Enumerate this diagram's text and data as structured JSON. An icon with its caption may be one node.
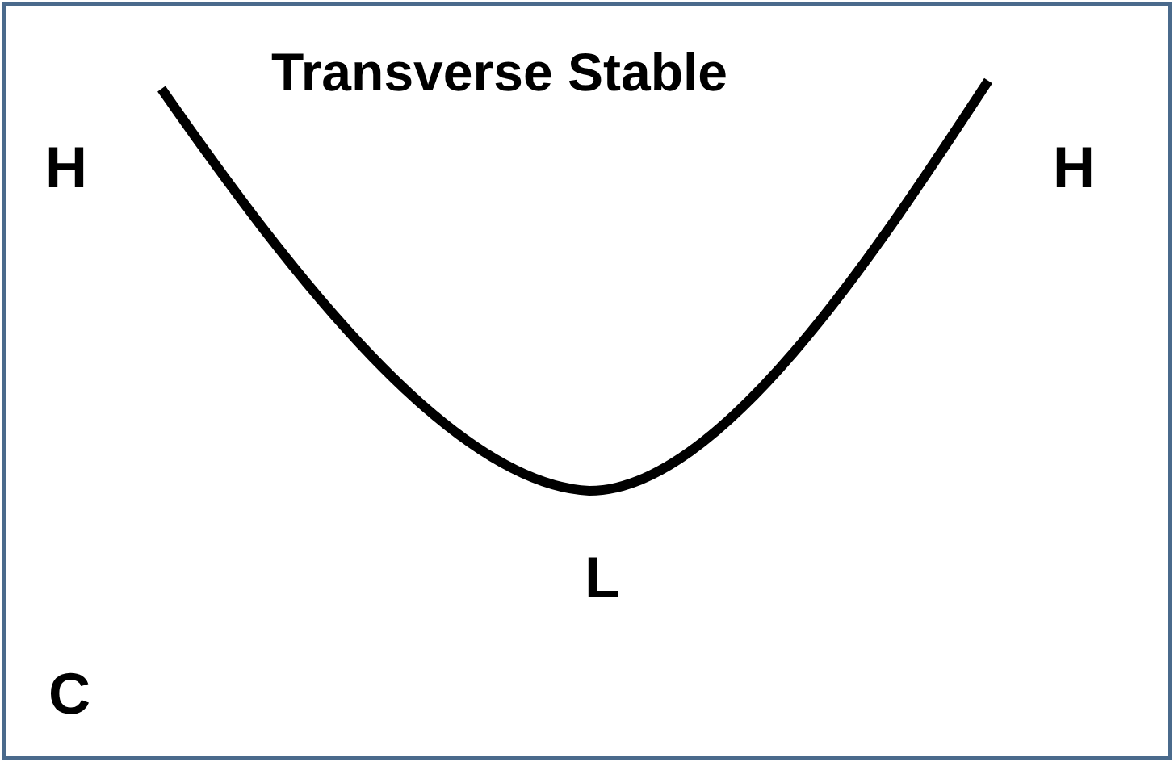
{
  "diagram": {
    "title": "Transverse Stable",
    "labels": [
      "H",
      "H",
      "L",
      "C"
    ]
  }
}
